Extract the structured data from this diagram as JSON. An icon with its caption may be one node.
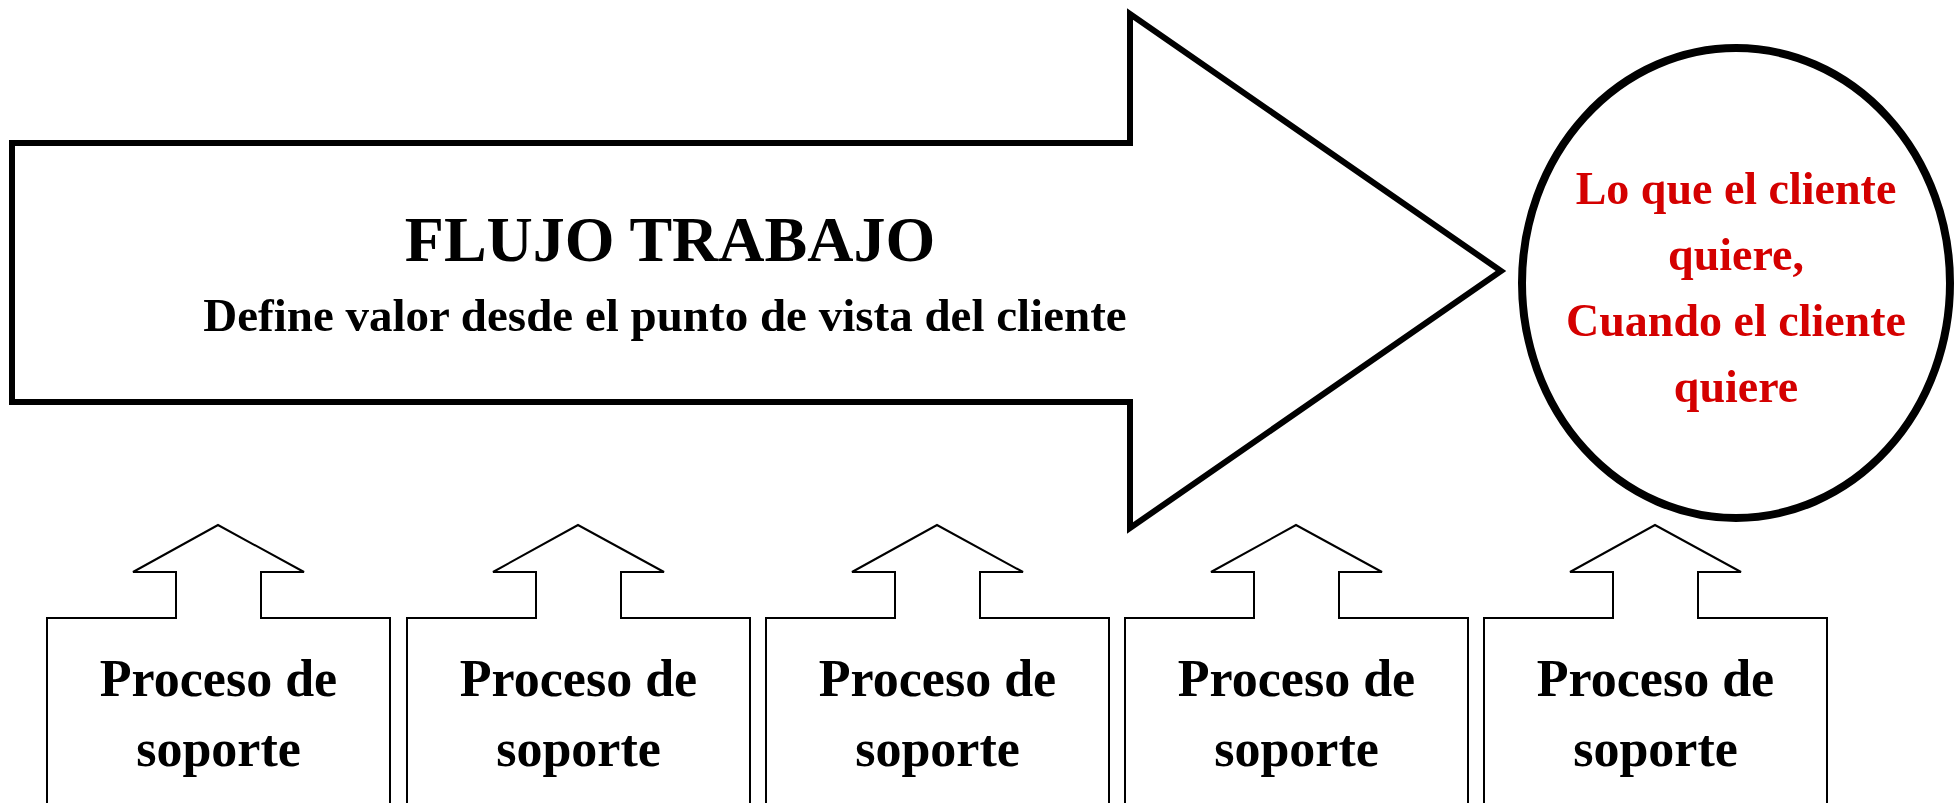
{
  "diagram": {
    "nodes": [
      {
        "text": [
          "FLUJO TRABAJO",
          "Define valor desde el punto de vista del cliente"
        ]
      },
      {
        "text": [
          "Lo que el cliente quiere,",
          "Cuando el cliente quiere"
        ]
      },
      {
        "text": [
          "Proceso de soporte"
        ]
      },
      {
        "text": [
          "Proceso de soporte"
        ]
      },
      {
        "text": [
          "Proceso de soporte"
        ]
      },
      {
        "text": [
          "Proceso de soporte"
        ]
      },
      {
        "text": [
          "Proceso de soporte"
        ]
      }
    ]
  }
}
